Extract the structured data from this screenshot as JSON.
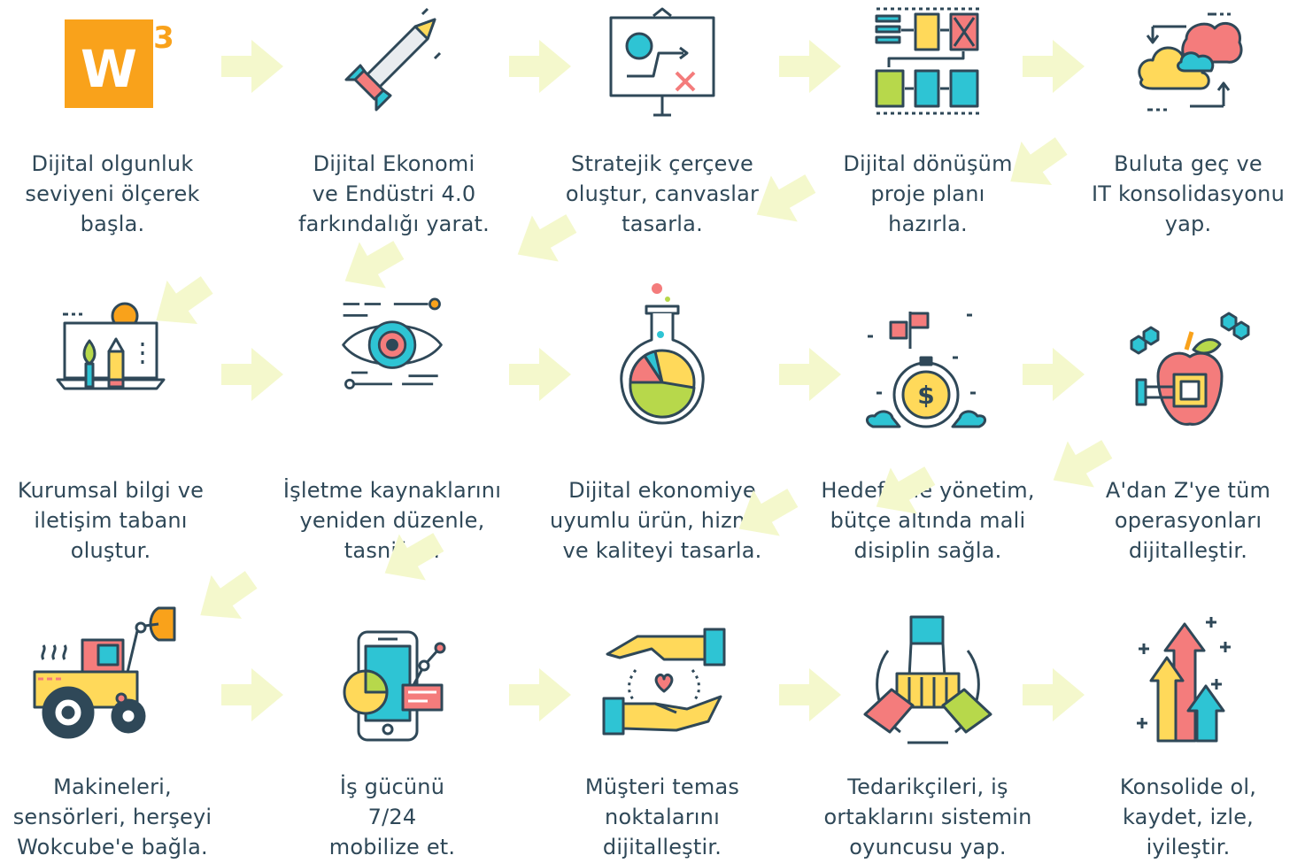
{
  "logo_mark": "W",
  "logo_superscript": "3",
  "colors": {
    "outline": "#2f4858",
    "teal": "#2ec4d4",
    "yellow": "#ffd95a",
    "pink": "#f47c7c",
    "green": "#b7d84b",
    "orange": "#f9a21b",
    "arrow": "#f4f8cc"
  },
  "steps": [
    {
      "icon": "wokcube-logo-icon",
      "lines": [
        "Dijital olgunluk",
        "seviyeni ölçerek",
        "başla."
      ]
    },
    {
      "icon": "rocket-pencil-icon",
      "lines": [
        "Dijital Ekonomi",
        "ve Endüstri 4.0",
        "farkındalığı yarat."
      ]
    },
    {
      "icon": "strategy-board-icon",
      "lines": [
        "Stratejik çerçeve",
        "oluştur, canvaslar",
        "tasarla."
      ]
    },
    {
      "icon": "flowchart-plan-icon",
      "lines": [
        "Dijital dönüşüm",
        "proje planı",
        "hazırla."
      ]
    },
    {
      "icon": "cloud-brain-icon",
      "lines": [
        "Buluta geç ve",
        "IT konsolidasyonu",
        "yap."
      ]
    },
    {
      "icon": "laptop-tools-icon",
      "lines": [
        "Kurumsal bilgi ve",
        "iletişim tabanı",
        "oluştur."
      ]
    },
    {
      "icon": "eye-vision-icon",
      "lines": [
        "İşletme kaynaklarını",
        "yeniden düzenle,",
        "tasnif et."
      ]
    },
    {
      "icon": "flask-chart-icon",
      "lines": [
        "Dijital ekonomiye",
        "uyumlu ürün, hizmet",
        "ve kaliteyi tasarla."
      ]
    },
    {
      "icon": "dollar-target-icon",
      "lines": [
        "Hedeflerle yönetim,",
        "bütçe altında mali",
        "disiplin sağla."
      ]
    },
    {
      "icon": "apple-chip-icon",
      "lines": [
        "A'dan Z'ye tüm",
        "operasyonları",
        "dijitalleştir."
      ]
    },
    {
      "icon": "tractor-sensor-icon",
      "lines": [
        "Makineleri,",
        "sensörleri, herşeyi",
        "Wokcube'e bağla."
      ]
    },
    {
      "icon": "smartphone-chart-icon",
      "lines": [
        "İş gücünü",
        "7/24",
        "mobilize et."
      ]
    },
    {
      "icon": "hands-heart-icon",
      "lines": [
        "Müşteri temas",
        "noktalarını",
        "dijitalleştir."
      ]
    },
    {
      "icon": "team-hands-icon",
      "lines": [
        "Tedarikçileri, iş",
        "ortaklarını sistemin",
        "oyuncusu yap."
      ]
    },
    {
      "icon": "growth-arrows-icon",
      "lines": [
        "Konsolide ol,",
        "kaydet, izle,",
        "iyileştir."
      ]
    }
  ]
}
